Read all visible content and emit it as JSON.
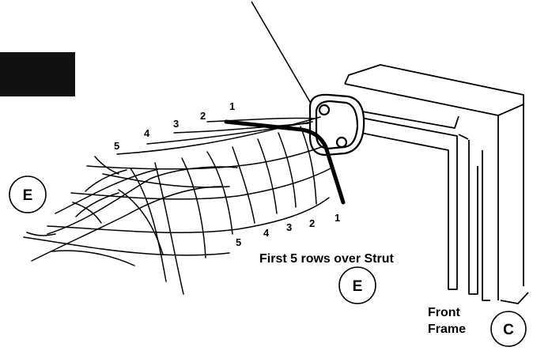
{
  "caption": "First 5 rows over Strut",
  "front_frame": {
    "line1": "Front",
    "line2": "Frame"
  },
  "markers": {
    "strap_left": "E",
    "strap_bottom": "E",
    "frame": "C"
  },
  "row_numbers_top": [
    "1",
    "2",
    "3",
    "4",
    "5"
  ],
  "row_numbers_bottom": [
    "1",
    "2",
    "3",
    "4",
    "5"
  ],
  "colors": {
    "ink": "#000000",
    "tab": "#111111",
    "background": "#ffffff"
  }
}
